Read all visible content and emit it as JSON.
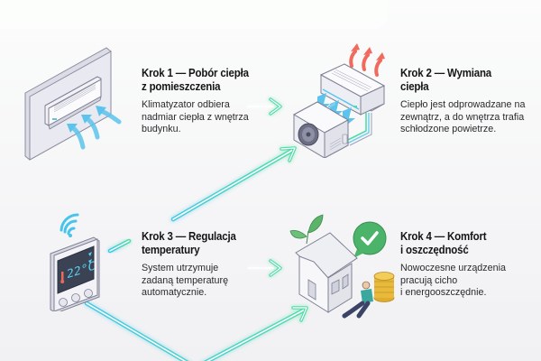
{
  "diagram": {
    "type": "process-flow",
    "accent_colors": {
      "flow_cyan": "#3ec8e6",
      "flow_green": "#4fdca8",
      "heat_red": "#f06a5e",
      "cool_blue": "#46b8e6",
      "success_green": "#4cb36a",
      "coin_gold": "#e8b93a"
    },
    "steps": [
      {
        "title": "Krok 1 — Pobór ciepła z pomieszczenia",
        "title_lines": [
          "Krok 1 — Pobór ciepła",
          "z pomieszczenia"
        ],
        "body_lines": [
          "Klimatyzator odbiera",
          "nadmiar ciepła z wnętrza",
          "budynku."
        ],
        "icon": "indoor-ac-unit-icon"
      },
      {
        "title": "Krok 2 — Wymiana ciepła",
        "title_lines": [
          "Krok 2 — Wymiana",
          "ciepła"
        ],
        "body_lines": [
          "Ciepło jest odprowadzane na",
          "zewnątrz, a do wnętrza trafia",
          "schłodzone powietrze."
        ],
        "icon": "split-ac-outdoor-unit-icon"
      },
      {
        "title": "Krok 3 — Regulacja temperatury",
        "title_lines": [
          "Krok 3 — Regulacja",
          "temperatury"
        ],
        "body_lines": [
          "System utrzymuje",
          "zadaną temperaturę",
          "automatycznie."
        ],
        "icon": "smart-thermostat-icon",
        "thermostat_display": "22°C"
      },
      {
        "title": "Krok 4 — Komfort i oszczędność",
        "title_lines": [
          "Krok 4 — Komfort",
          "i oszczędność"
        ],
        "body_lines": [
          "Nowoczesne urządzenia",
          "pracują cicho",
          "i energooszczędnie."
        ],
        "icon": "house-comfort-savings-icon"
      }
    ],
    "connectors": [
      {
        "from": "step1",
        "to": "step2",
        "style": "short-arrow"
      },
      {
        "from": "step3",
        "to": "step2",
        "style": "diagonal-arrow"
      },
      {
        "from": "step3",
        "to": "step4",
        "style": "short-arrow"
      },
      {
        "from": "step3",
        "to": "step4",
        "style": "v-shaped-arrow"
      }
    ]
  }
}
